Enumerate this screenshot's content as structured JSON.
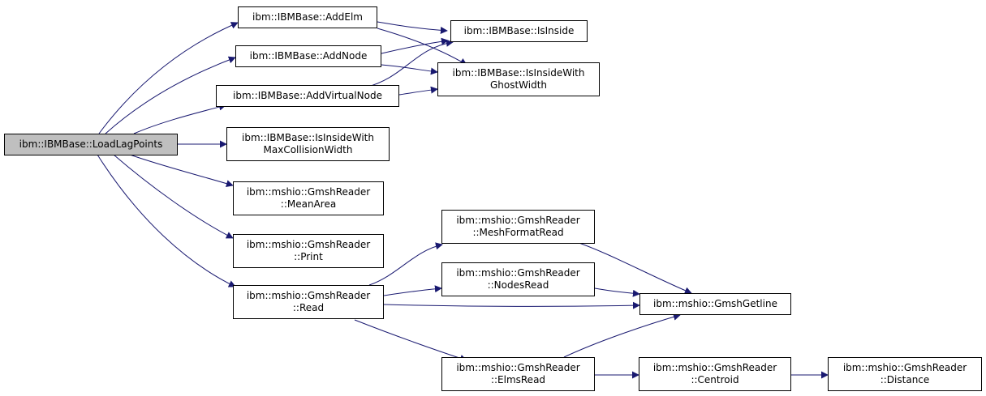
{
  "diagram": {
    "edge_color": "#191970",
    "root_fill": "#bfbfbf",
    "node_fill": "#ffffff",
    "nodes": {
      "load_lag_points": [
        "ibm::IBMBase::LoadLagPoints"
      ],
      "add_elm": [
        "ibm::IBMBase::AddElm"
      ],
      "add_node": [
        "ibm::IBMBase::AddNode"
      ],
      "add_virtual_node": [
        "ibm::IBMBase::AddVirtualNode"
      ],
      "is_inside": [
        "ibm::IBMBase::IsInside"
      ],
      "is_inside_with_ghost_width": [
        "ibm::IBMBase::IsInsideWith",
        "GhostWidth"
      ],
      "is_inside_with_max_collision_width": [
        "ibm::IBMBase::IsInsideWith",
        "MaxCollisionWidth"
      ],
      "mean_area": [
        "ibm::mshio::GmshReader",
        "::MeanArea"
      ],
      "print": [
        "ibm::mshio::GmshReader",
        "::Print"
      ],
      "read": [
        "ibm::mshio::GmshReader",
        "::Read"
      ],
      "mesh_format_read": [
        "ibm::mshio::GmshReader",
        "::MeshFormatRead"
      ],
      "nodes_read": [
        "ibm::mshio::GmshReader",
        "::NodesRead"
      ],
      "elms_read": [
        "ibm::mshio::GmshReader",
        "::ElmsRead"
      ],
      "gmsh_getline": [
        "ibm::mshio::GmshGetline"
      ],
      "centroid": [
        "ibm::mshio::GmshReader",
        "::Centroid"
      ],
      "distance": [
        "ibm::mshio::GmshReader",
        "::Distance"
      ]
    }
  }
}
